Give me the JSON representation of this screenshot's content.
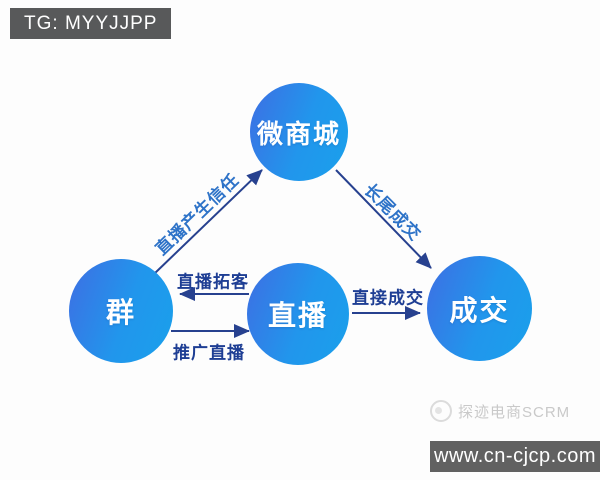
{
  "badge": {
    "text": "TG: MYYJJPP"
  },
  "diagram": {
    "nodes": [
      {
        "id": "weimall",
        "label": "微商城"
      },
      {
        "id": "qun",
        "label": "群"
      },
      {
        "id": "zhibo",
        "label": "直播"
      },
      {
        "id": "chengjiao",
        "label": "成交"
      }
    ],
    "edges": [
      {
        "from": "群",
        "to": "微商城",
        "label": "直播产生信任",
        "direction": "diagonal-up"
      },
      {
        "from": "微商城",
        "to": "成交",
        "label": "长尾成交",
        "direction": "diagonal-down"
      },
      {
        "from": "直播",
        "to": "群",
        "label": "直播拓客",
        "direction": "left"
      },
      {
        "from": "群",
        "to": "直播",
        "label": "推广直播",
        "direction": "right"
      },
      {
        "from": "直播",
        "to": "成交",
        "label": "直接成交",
        "direction": "right"
      }
    ]
  },
  "watermark": {
    "icon": "tanji-logo-icon",
    "text": "探迹电商SCRM"
  },
  "footer": {
    "url": "www.cn-cjcp.com"
  },
  "colors": {
    "node_gradient_start": "#3e6ee3",
    "node_gradient_end": "#1aa0eb",
    "arrow": "#27418f",
    "edge_label": "#1e3e94",
    "diagonal_label": "#2e73c8",
    "tg_badge_bg": "#58595a",
    "url_badge_bg": "#616161",
    "watermark_text": "#c9c9c9"
  }
}
